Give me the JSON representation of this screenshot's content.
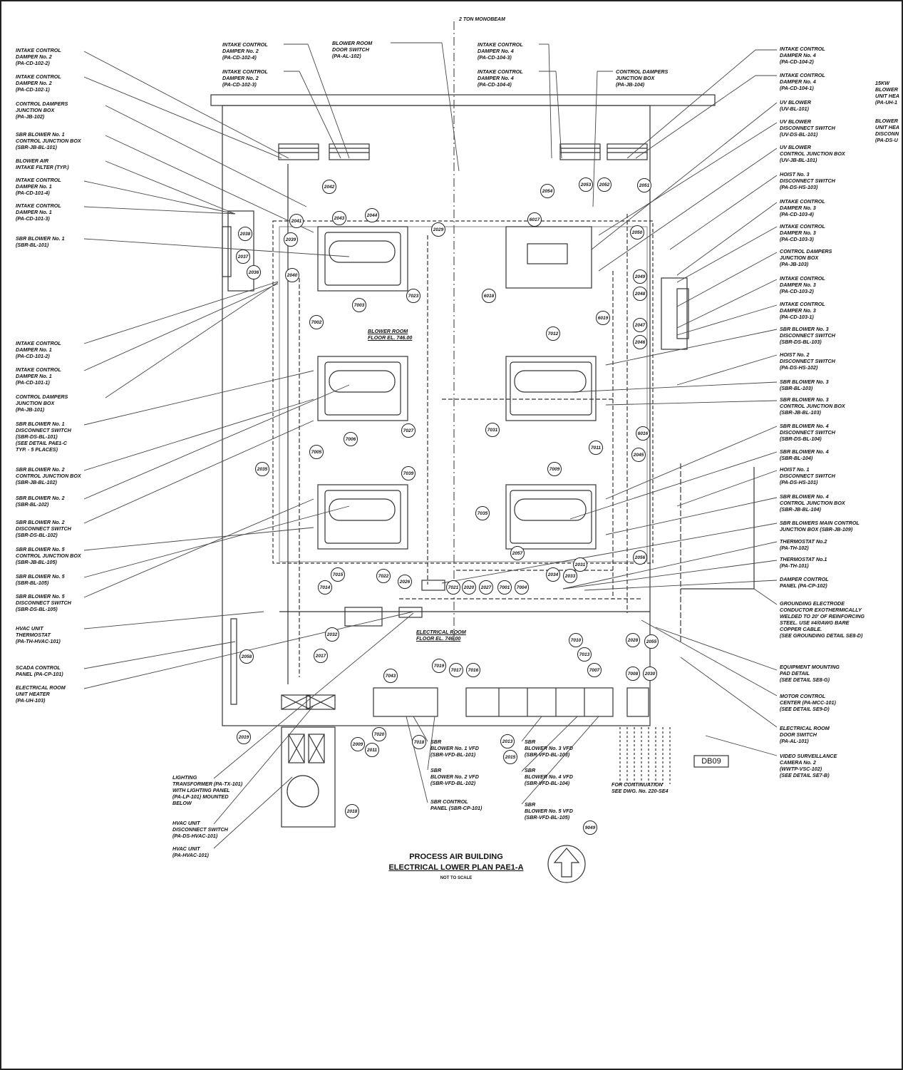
{
  "drawing": {
    "title_line1": "PROCESS AIR BUILDING",
    "title_line2": "ELECTRICAL LOWER PLAN PAE1-A",
    "scale_note": "NOT TO SCALE",
    "monobeam": "2 TON MONOBEAM",
    "blower_room": "BLOWER ROOM\nFLOOR EL. 746.00",
    "electrical_room": "ELECTRICAL ROOM\nFLOOR EL. 746.00",
    "continuation": "FOR CONTINUATION\nSEE DWG. No. 220-SE4",
    "sheet_tag": "DB09",
    "north_symbol": "north-arrow"
  },
  "left_labels": [
    "INTAKE CONTROL\nDAMPER No. 2\n(PA-CD-102-2)",
    "INTAKE CONTROL\nDAMPER No. 2\n(PA-CD-102-1)",
    "CONTROL DAMPERS\nJUNCTION BOX\n(PA-JB-102)",
    "SBR BLOWER No. 1\nCONTROL JUNCTION BOX\n(SBR-JB-BL-101)",
    "BLOWER AIR\nINTAKE FILTER (TYP.)",
    "INTAKE CONTROL\nDAMPER No. 1\n(PA-CD-101-4)",
    "INTAKE CONTROL\nDAMPER No. 1\n(PA-CD-101-3)",
    "SBR BLOWER No. 1\n(SBR-BL-101)",
    "INTAKE CONTROL\nDAMPER No. 1\n(PA-CD-101-2)",
    "INTAKE CONTROL\nDAMPER No. 1\n(PA-CD-101-1)",
    "CONTROL DAMPERS\nJUNCTION BOX\n(PA-JB-101)",
    "SBR BLOWER No. 1\nDISCONNECT SWITCH\n(SBR-DS-BL-101)\n(SEE DETAIL PAE1-C\nTYP. - 5 PLACES)",
    "SBR BLOWER No. 2\nCONTROL JUNCTION BOX\n(SBR-JB-BL-102)",
    "SBR BLOWER No. 2\n(SBR-BL-102)",
    "SBR BLOWER No. 2\nDISCONNECT SWITCH\n(SBR-DS-BL-102)",
    "SBR BLOWER No. 5\nCONTROL JUNCTION BOX\n(SBR-JB-BL-105)",
    "SBR BLOWER No. 5\n(SBR-BL-105)",
    "SBR BLOWER No. 5\nDISCONNECT SWITCH\n(SBR-DS-BL-105)",
    "HVAC UNIT\nTHERMOSTAT\n(PA-TH-HVAC-101)",
    "SCADA CONTROL\nPANEL (PA-CP-101)",
    "ELECTRICAL ROOM\nUNIT HEATER\n(PA-UH-103)"
  ],
  "top_labels": [
    "INTAKE CONTROL\nDAMPER No. 2\n(PA-CD-102-4)",
    "INTAKE CONTROL\nDAMPER No. 2\n(PA-CD-102-3)",
    "BLOWER ROOM\nDOOR SWITCH\n(PA-AL-102)",
    "INTAKE CONTROL\nDAMPER No. 4\n(PA-CD-104-3)",
    "INTAKE CONTROL\nDAMPER No. 4\n(PA-CD-104-4)",
    "CONTROL DAMPERS\nJUNCTION BOX\n(PA-JB-104)"
  ],
  "right_labels": [
    "INTAKE CONTROL\nDAMPER No. 4\n(PA-CD-104-2)",
    "INTAKE CONTROL\nDAMPER No. 4\n(PA-CD-104-1)",
    "UV BLOWER\n(UV-BL-101)",
    "UV BLOWER\nDISCONNECT SWITCH\n(UV-DS-BL-101)",
    "UV BLOWER\nCONTROL JUNCTION BOX\n(UV-JB-BL-101)",
    "HOIST No. 3\nDISCONNECT SWITCH\n(PA-DS-HS-103)",
    "INTAKE CONTROL\nDAMPER No. 3\n(PA-CD-103-4)",
    "INTAKE CONTROL\nDAMPER No. 3\n(PA-CD-103-3)",
    "CONTROL DAMPERS\nJUNCTION BOX\n(PA-JB-103)",
    "INTAKE CONTROL\nDAMPER No. 3\n(PA-CD-103-2)",
    "INTAKE CONTROL\nDAMPER No. 3\n(PA-CD-103-1)",
    "SBR BLOWER No. 3\nDISCONNECT SWITCH\n(SBR-DS-BL-103)",
    "HOIST No. 2\nDISCONNECT SWITCH\n(PA-DS-HS-102)",
    "SBR BLOWER No. 3\n(SBR-BL-103)",
    "SBR BLOWER No. 3\nCONTROL JUNCTION BOX\n(SBR-JB-BL-103)",
    "SBR BLOWER No. 4\nDISCONNECT SWITCH\n(SBR-DS-BL-104)",
    "SBR BLOWER No. 4\n(SBR-BL-104)",
    "HOIST No. 1\nDISCONNECT SWITCH\n(PA-DS-HS-101)",
    "SBR BLOWER No. 4\nCONTROL JUNCTION BOX\n(SBR-JB-BL-104)",
    "SBR BLOWERS MAIN CONTROL\nJUNCTION BOX (SBR-JB-109)",
    "THERMOSTAT No.2\n(PA-TH-102)",
    "THERMOSTAT No.1\n(PA-TH-101)",
    "DAMPER CONTROL\nPANEL (PA-CP-102)",
    "GROUNDING ELECTRODE\nCONDUCTOR EXOTHERMICALLY\nWELDED TO 20' OF REINFORCING\nSTEEL. USE #4/0AWG BARE\nCOPPER CABLE.\n(SEE GROUNDING DETAIL SE8-D)",
    "EQUIPMENT MOUNTING\nPAD DETAIL\n(SEE DETAIL SE8-G)",
    "MOTOR CONTROL\nCENTER (PA-MCC-101)\n(SEE DETAIL SE9-D)",
    "ELECTRICAL ROOM\nDOOR SWITCH\n(PA-AL-101)",
    "VIDEO SURVEILLANCE\nCAMERA No. 2\n(WWTP-VSC-102)\n(SEE DETAIL SE7-B)"
  ],
  "far_right_labels": [
    "15KW\nBLOWER\nUNIT HEA\n(PA-UH-1",
    "BLOWER\nUNIT HEA\nDISCONN\n(PA-DS-U"
  ],
  "bottom_labels": [
    "LIGHTING\nTRANSFORMER (PA-TX-101)\nWITH LIGHTING PANEL\n(PA-LP-101) MOUNTED\nBELOW",
    "HVAC UNIT\nDISCONNECT SWITCH\n(PA-DS-HVAC-101)",
    "HVAC UNIT\n(PA-HVAC-101)",
    "SBR\nBLOWER No. 1 VFD\n(SBR-VFD-BL-101)",
    "SBR\nBLOWER No. 2 VFD\n(SBR-VFD-BL-102)",
    "SBR CONTROL\nPANEL (SBR-CP-101)",
    "SBR\nBLOWER No. 3 VFD\n(SBR-VFD-BL-103)",
    "SBR\nBLOWER No. 4 VFD\n(SBR-VFD-BL-104)",
    "SBR\nBLOWER No. 5 VFD\n(SBR-VFD-BL-105)"
  ],
  "bubbles": [
    "2042",
    "2043",
    "2044",
    "2041",
    "2039",
    "2038",
    "2037",
    "2036",
    "2040",
    "2029",
    "7003",
    "7023",
    "7002",
    "6017",
    "2050",
    "6018",
    "6019",
    "2049",
    "2048",
    "2047",
    "2046",
    "2054",
    "2053",
    "2052",
    "2051",
    "7012",
    "7006",
    "7027",
    "7031",
    "7011",
    "6016",
    "2045",
    "7005",
    "2035",
    "7039",
    "7009",
    "7035",
    "7015",
    "7014",
    "7022",
    "2026",
    "7021",
    "2020",
    "2027",
    "7001",
    "7004",
    "2034",
    "2033",
    "2031",
    "2057",
    "2056",
    "2032",
    "2058",
    "2017",
    "7043",
    "7019",
    "7017",
    "7016",
    "7010",
    "7013",
    "2028",
    "2055",
    "7007",
    "7008",
    "2030",
    "2019",
    "7020",
    "2009",
    "2011",
    "7018",
    "2013",
    "2015",
    "2018",
    "9049"
  ]
}
